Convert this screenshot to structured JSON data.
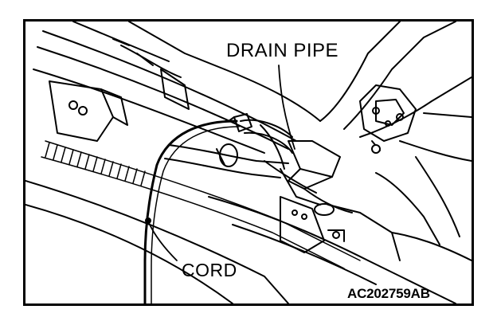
{
  "diagram": {
    "labels": {
      "drain_pipe": "DRAIN PIPE",
      "cord": "CORD",
      "figure_code": "AC202759AB"
    }
  }
}
